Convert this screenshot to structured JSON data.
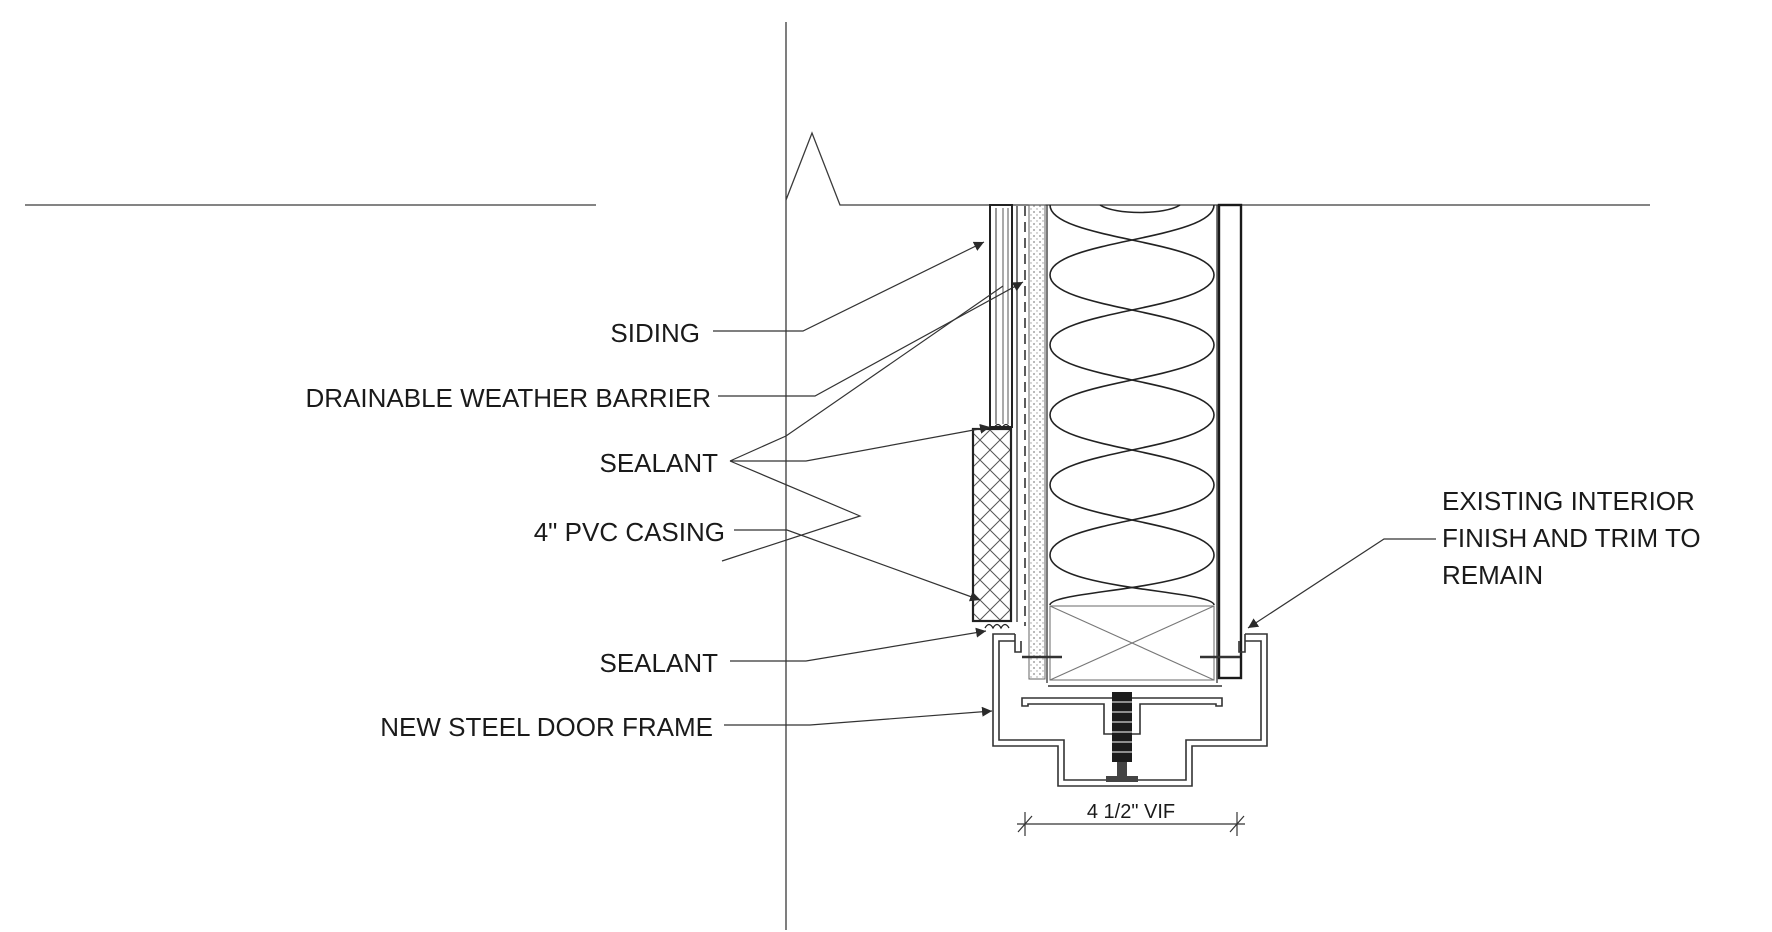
{
  "labels": {
    "siding": "SIDING",
    "weather_barrier": "DRAINABLE WEATHER BARRIER",
    "sealant_top": "SEALANT",
    "pvc_casing": "4\" PVC CASING",
    "sealant_bottom": "SEALANT",
    "door_frame": "NEW STEEL DOOR FRAME",
    "interior_line1": "EXISTING INTERIOR",
    "interior_line2": "FINISH AND TRIM TO",
    "interior_line3": "REMAIN"
  },
  "dimension": {
    "text": "4 1/2\" VIF"
  }
}
